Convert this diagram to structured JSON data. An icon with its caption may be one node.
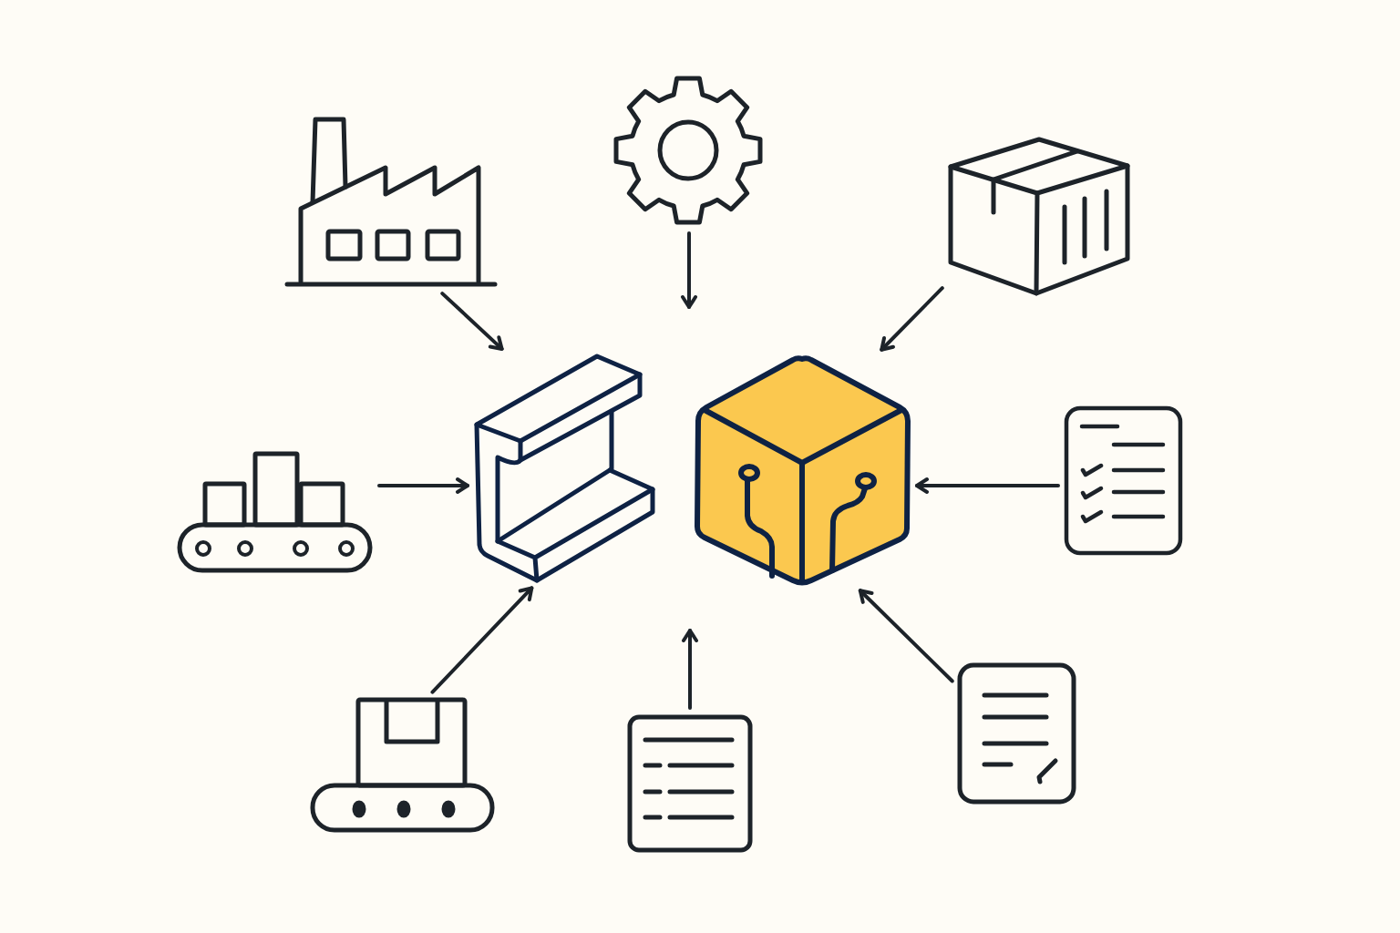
{
  "diagram": {
    "nodes": [
      {
        "text": [],
        "shape": "picture"
      },
      {
        "text": [],
        "shape": "picture"
      },
      {
        "text": [],
        "shape": "picture"
      },
      {
        "text": [],
        "shape": "picture"
      },
      {
        "text": [],
        "shape": "picture"
      },
      {
        "text": [],
        "shape": "picture"
      },
      {
        "text": [],
        "shape": "picture"
      },
      {
        "text": [],
        "shape": "picture"
      },
      {
        "text": [],
        "shape": "picture"
      },
      {
        "text": [],
        "shape": "picture"
      }
    ],
    "edges": [
      {
        "from": 0,
        "to": 4,
        "arrow": "to"
      },
      {
        "from": 1,
        "to": null,
        "arrow": "to"
      },
      {
        "from": 2,
        "to": 5,
        "arrow": "to"
      },
      {
        "from": 3,
        "to": 4,
        "arrow": "to"
      },
      {
        "from": 6,
        "to": 5,
        "arrow": "to"
      },
      {
        "from": 7,
        "to": 4,
        "arrow": "to"
      },
      {
        "from": 8,
        "to": null,
        "arrow": "to"
      },
      {
        "from": 9,
        "to": 5,
        "arrow": "to"
      }
    ]
  }
}
